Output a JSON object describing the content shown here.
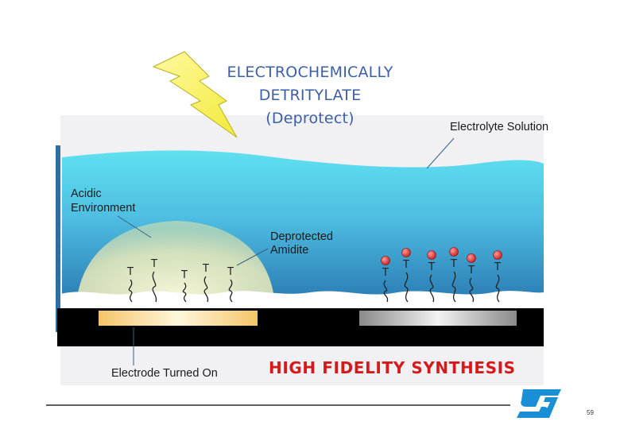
{
  "slide": {
    "title_lines": [
      "ELECTROCHEMICALLY",
      "DETRITYLATE",
      "(Deprotect)"
    ],
    "banner": "HIGH FIDELITY SYNTHESIS",
    "page_number": "59"
  },
  "labels": {
    "electrolyte": "Electrolyte Solution",
    "acidic_line1": "Acidic",
    "acidic_line2": "Environment",
    "deprotected_line1": "Deprotected",
    "deprotected_line2": "Amidite",
    "electrode": "Electrode Turned On"
  },
  "strands": {
    "base_letter": "T"
  },
  "colors": {
    "solution_top": "#55dcee",
    "solution_bottom": "#2e82b8",
    "banner": "#d41a1a",
    "title": "#3d5fa8",
    "logo": "#1a8fd6",
    "trityl": "#d42a2a"
  },
  "icons": {
    "lightning": "lightning-bolt-icon",
    "logo": "st-logo-icon"
  }
}
